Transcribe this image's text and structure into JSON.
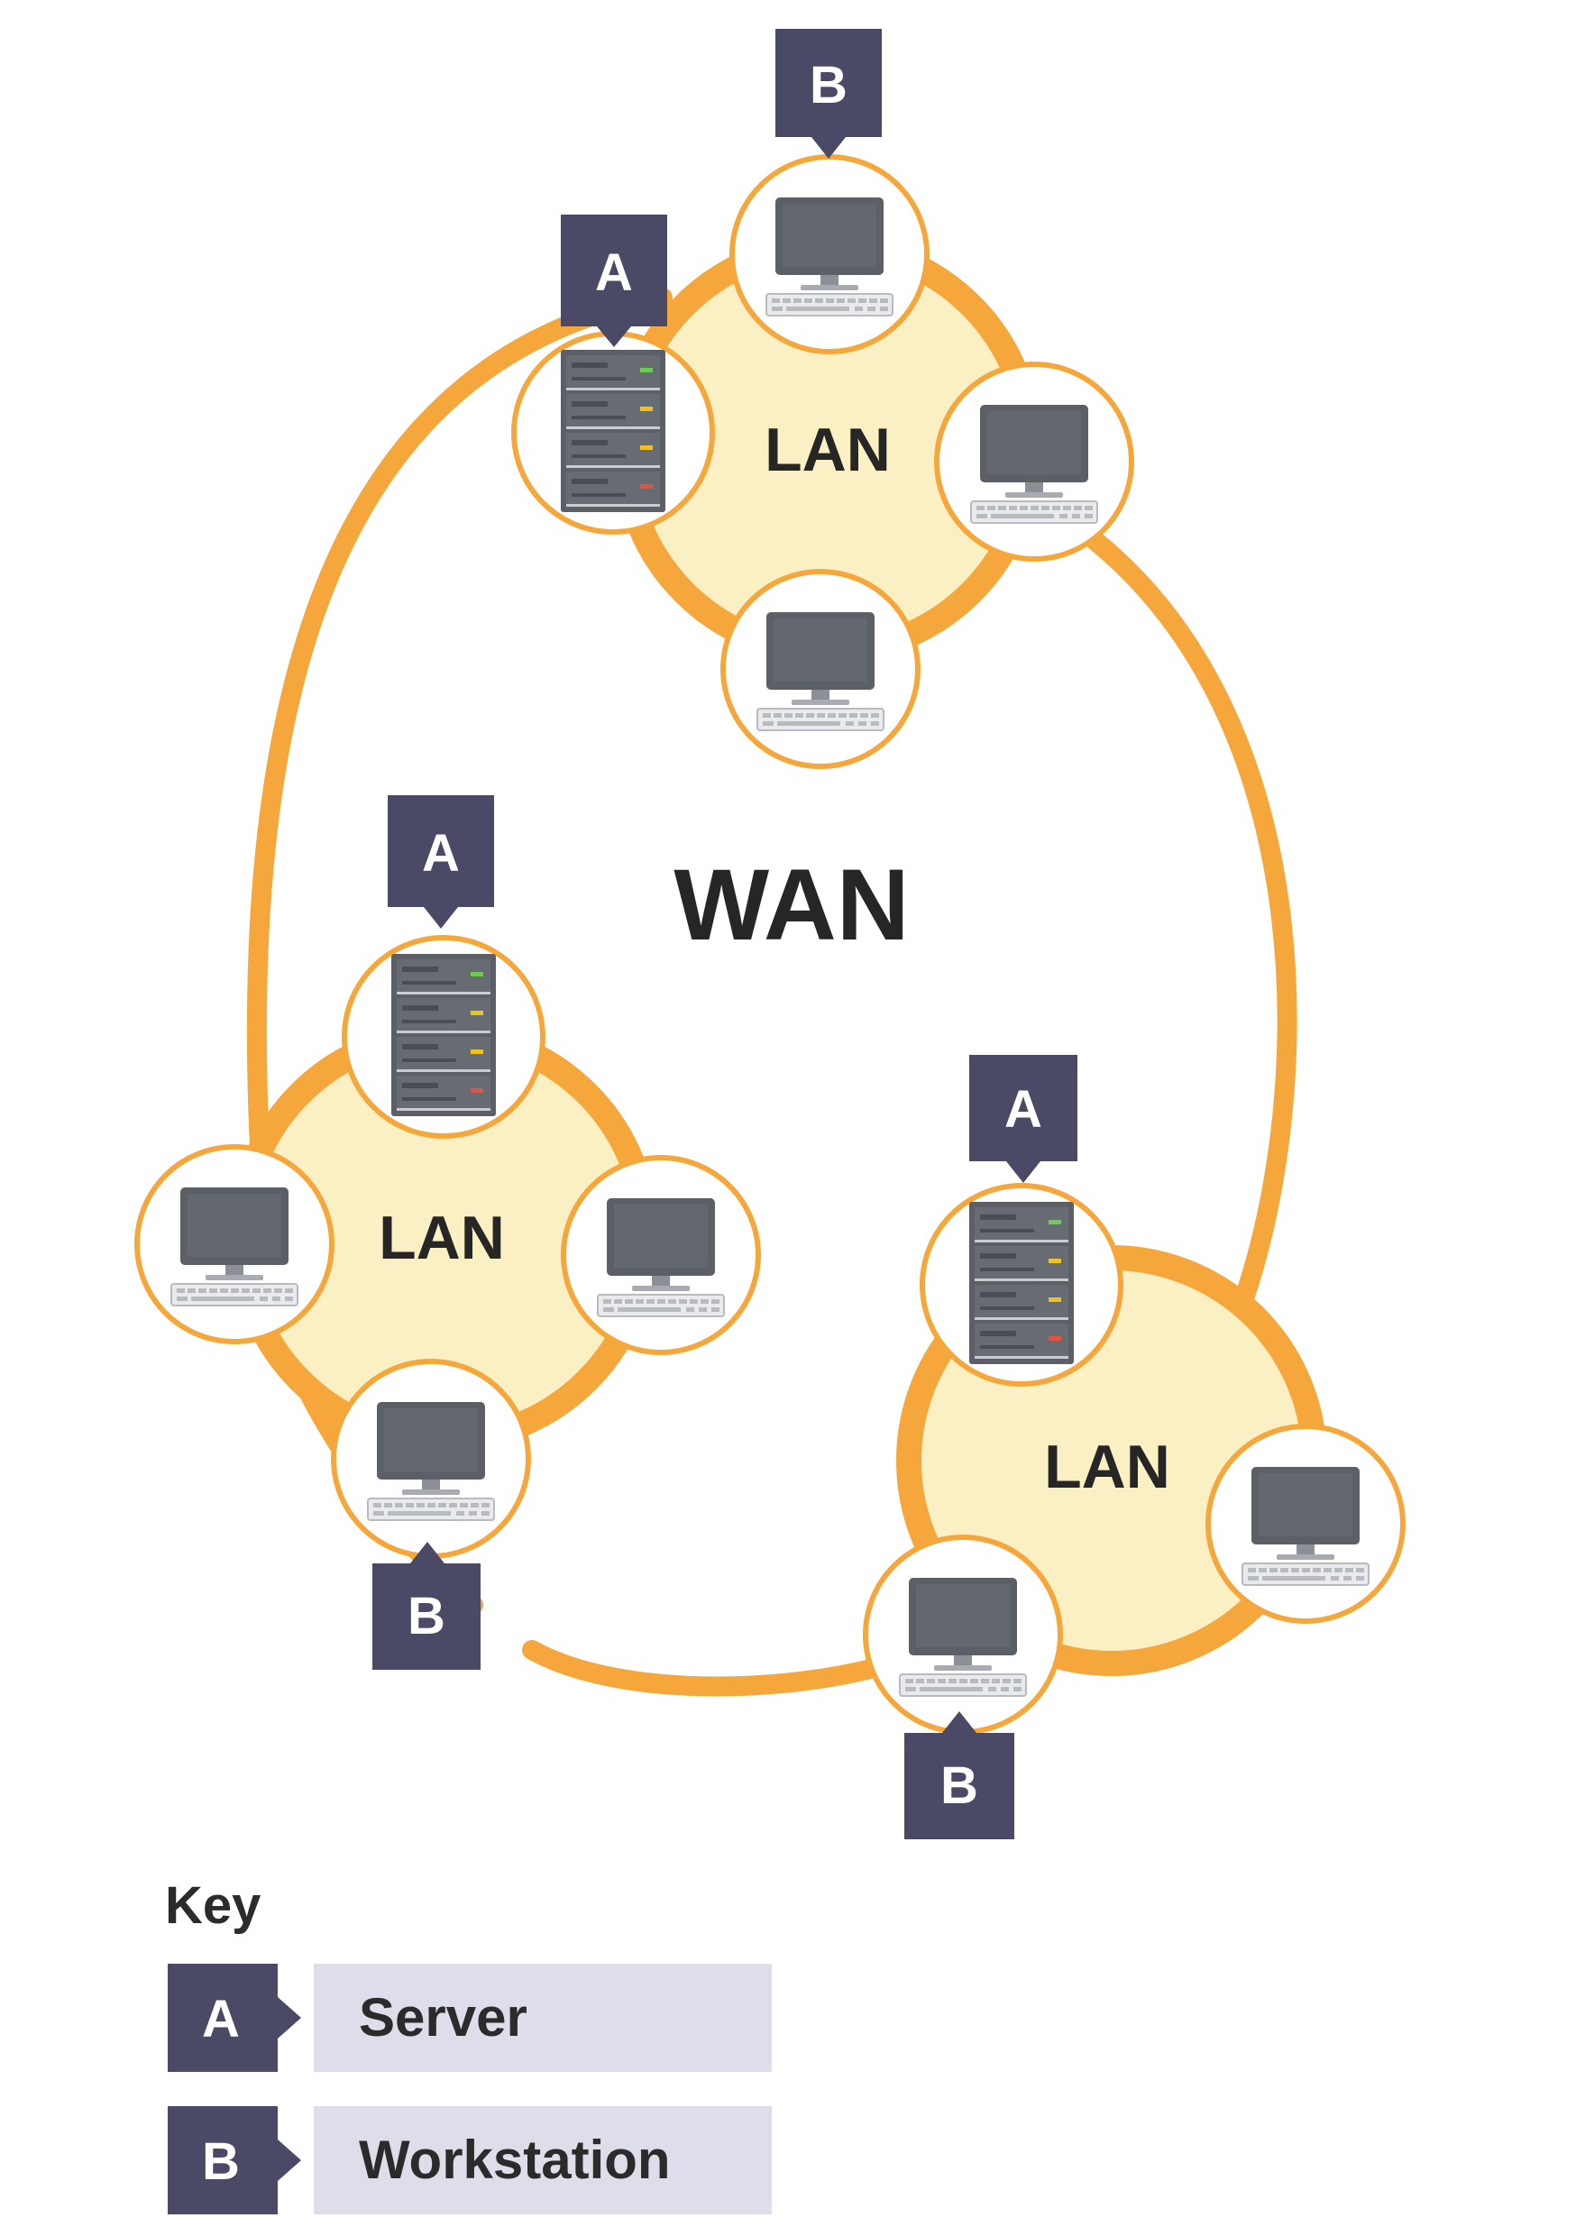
{
  "wan": {
    "label": "WAN"
  },
  "lans": [
    {
      "label": "LAN",
      "server_tag": "A",
      "workstation_tag": "B"
    },
    {
      "label": "LAN",
      "server_tag": "A",
      "workstation_tag": "B"
    },
    {
      "label": "LAN",
      "server_tag": "A",
      "workstation_tag": "B"
    }
  ],
  "key": {
    "title": "Key",
    "items": [
      {
        "tag": "A",
        "label": "Server"
      },
      {
        "tag": "B",
        "label": "Workstation"
      }
    ]
  },
  "colors": {
    "ring": "#F6A73C",
    "lan_fill": "#FBEFC4",
    "tag": "#4B4A66",
    "key_bar": "#DEDDEA",
    "monitor": "#5B5F66",
    "server": "#5C6066"
  }
}
